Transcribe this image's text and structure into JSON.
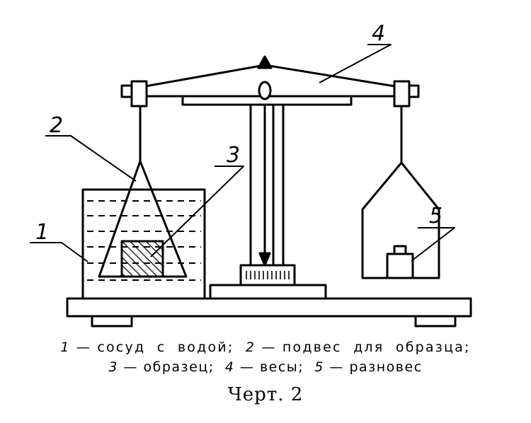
{
  "labels": {
    "l1": "1",
    "l2": "2",
    "l3": "3",
    "l4": "4",
    "l5": "5"
  },
  "caption": {
    "line1": [
      {
        "num": "1",
        "text": " — сосуд  с  водой;  "
      },
      {
        "num": "2",
        "text": " — подвес  для  образца;"
      }
    ],
    "line2": [
      {
        "num": "3",
        "text": " — образец;  "
      },
      {
        "num": "4",
        "text": " — весы;  "
      },
      {
        "num": "5",
        "text": " — разновес"
      }
    ]
  },
  "figure_title": "Черт. 2"
}
